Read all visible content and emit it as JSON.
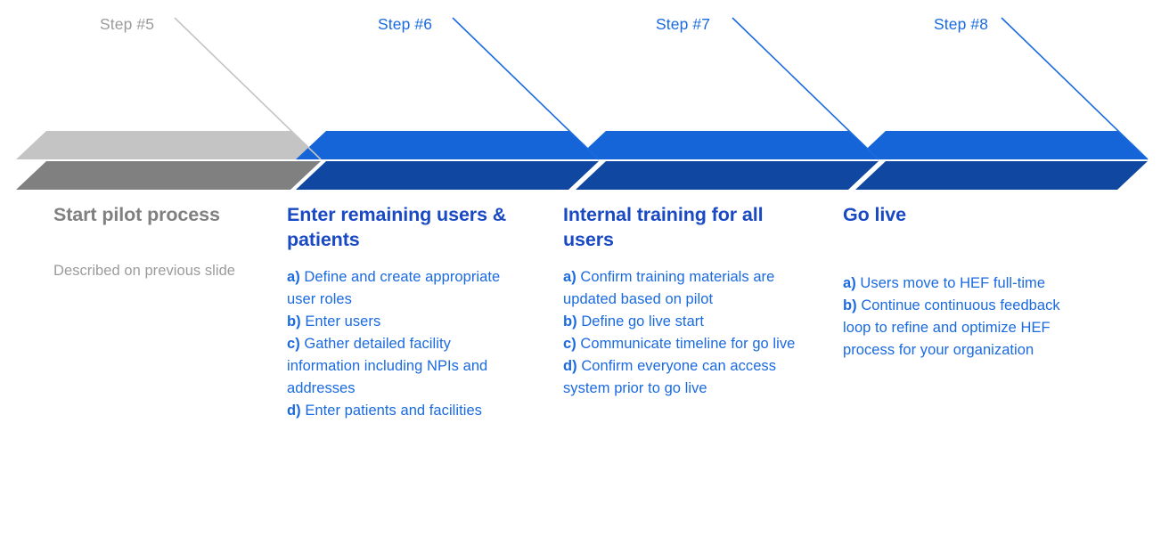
{
  "colors": {
    "arrow_gray_top": "#c4c4c4",
    "arrow_gray_bottom": "#808080",
    "arrow_blue_top": "#1565d8",
    "arrow_blue_bottom": "#0f47a1",
    "step_label_gray": "#9b9b9b",
    "step_label_blue": "#1a6ae0",
    "heading_gray": "#808080",
    "heading_blue": "#1a49c4",
    "body_gray": "#9b9b9b",
    "body_blue": "#1a6ae0",
    "background": "#ffffff"
  },
  "steps": [
    {
      "step_label": "Step #5",
      "tone": "gray",
      "heading": "Start pilot process",
      "items": [
        {
          "marker": "",
          "text": "Described on previous slide"
        }
      ]
    },
    {
      "step_label": "Step #6",
      "tone": "blue",
      "heading": "Enter remaining users & patients",
      "items": [
        {
          "marker": "a)",
          "text": "Define and create appropriate user roles"
        },
        {
          "marker": "b)",
          "text": "Enter users"
        },
        {
          "marker": "c)",
          "text": "Gather detailed facility information including NPIs and addresses"
        },
        {
          "marker": "d)",
          "text": "Enter patients and facilities"
        }
      ]
    },
    {
      "step_label": "Step #7",
      "tone": "blue",
      "heading": "Internal training for all users",
      "items": [
        {
          "marker": "a)",
          "text": "Confirm training materials are updated based on pilot"
        },
        {
          "marker": "b)",
          "text": "Define go live start"
        },
        {
          "marker": "c)",
          "text": "Communicate timeline for go live"
        },
        {
          "marker": "d)",
          "text": "Confirm everyone can access system prior to go live"
        }
      ]
    },
    {
      "step_label": "Step #8",
      "tone": "blue",
      "heading": "Go live",
      "items": [
        {
          "marker": "a)",
          "text": "Users move to HEF full-time"
        },
        {
          "marker": "b)",
          "text": "Continue continuous feedback loop to refine and optimize HEF process for your organization"
        }
      ]
    }
  ]
}
